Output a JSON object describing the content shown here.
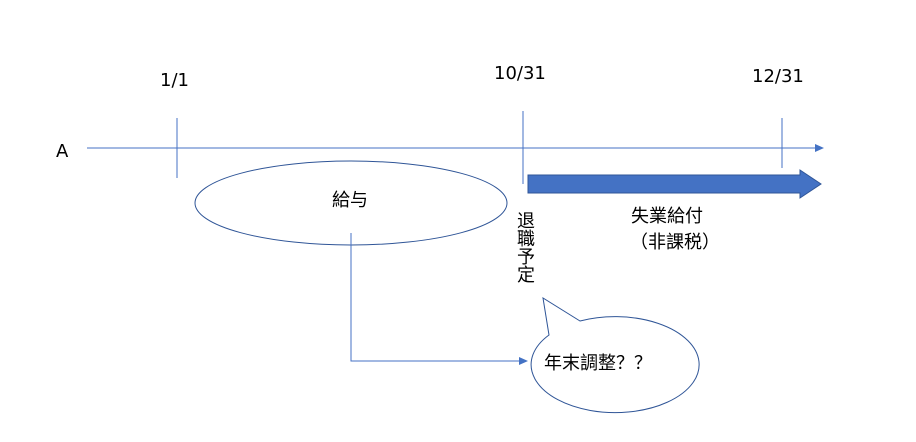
{
  "timeline": {
    "row_label": "A",
    "dates": [
      "1/1",
      "10/31",
      "12/31"
    ]
  },
  "salary": {
    "label": "給与"
  },
  "retirement": {
    "label": "退職予定"
  },
  "unemployment": {
    "label": "失業給付",
    "note": "（非課税）"
  },
  "year_end": {
    "label": "年末調整？？"
  },
  "colors": {
    "line": "#4472c4",
    "shape_outline": "#2f5597",
    "arrow_fill": "#4472c4"
  }
}
